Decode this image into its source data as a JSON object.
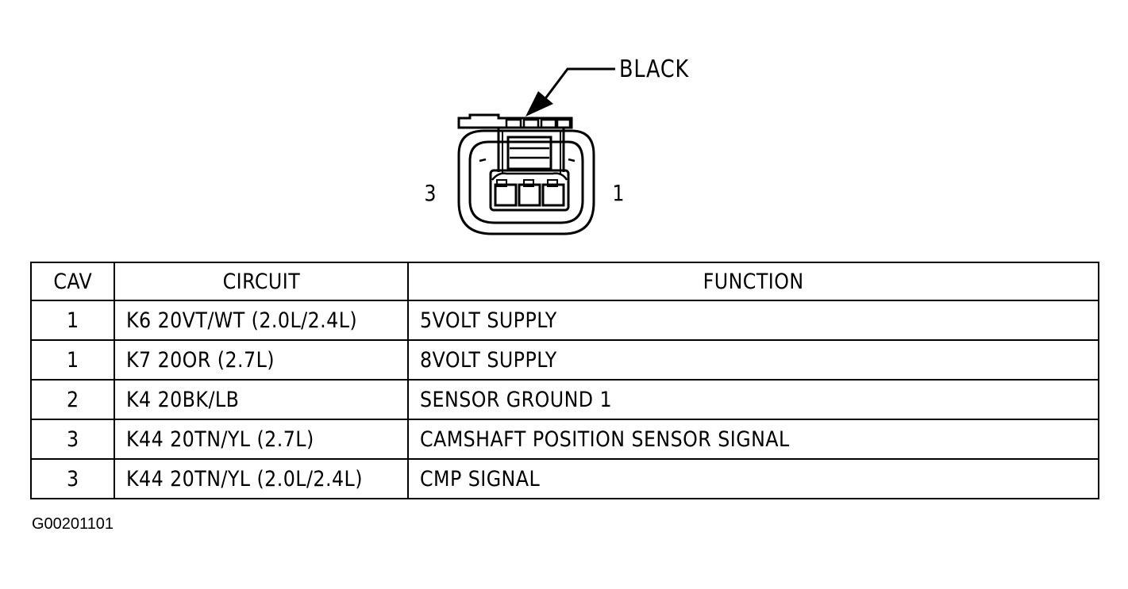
{
  "connector": {
    "callout_label": "BLACK",
    "left_cavity_label": "3",
    "right_cavity_label": "1"
  },
  "table": {
    "headers": [
      "CAV",
      "CIRCUIT",
      "FUNCTION"
    ],
    "rows": [
      {
        "cav": "1",
        "circuit": "K6 20VT/WT (2.0L/2.4L)",
        "function": "5VOLT SUPPLY"
      },
      {
        "cav": "1",
        "circuit": "K7 20OR (2.7L)",
        "function": "8VOLT SUPPLY"
      },
      {
        "cav": "2",
        "circuit": "K4 20BK/LB",
        "function": "SENSOR GROUND 1"
      },
      {
        "cav": "3",
        "circuit": "K44 20TN/YL (2.7L)",
        "function": "CAMSHAFT POSITION SENSOR SIGNAL"
      },
      {
        "cav": "3",
        "circuit": "K44 20TN/YL (2.0L/2.4L)",
        "function": "CMP SIGNAL"
      }
    ]
  },
  "figure_id": "G00201101"
}
